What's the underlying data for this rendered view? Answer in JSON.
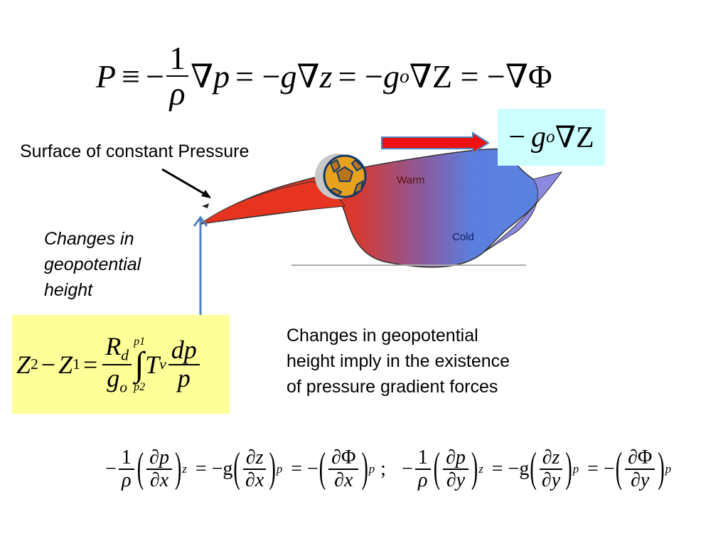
{
  "top_equation": {
    "P": "P",
    "equiv": "≡",
    "minus": "−",
    "num": "1",
    "den": "ρ",
    "part1": "∇",
    "p": "p",
    "eq1": "= −",
    "g": "g",
    "part2": "∇",
    "z": "z",
    "eq2": "= −",
    "go": "g",
    "o": "o",
    "part3": "∇Z = −∇Φ"
  },
  "callout_box": {
    "minus": "−",
    "g": "g",
    "o": "o",
    "rest": "∇Z",
    "bg": "#ccffff"
  },
  "labels": {
    "surface": "Surface of constant Pressure",
    "changes": [
      "Changes in",
      "geopotential",
      "height"
    ],
    "warm": "Warm",
    "cold": "Cold",
    "explanation": [
      "Changes in geopotential",
      "height imply in the existence",
      "of  pressure gradient forces"
    ]
  },
  "hypsometric": {
    "z2": "Z",
    "s2": "2",
    "minus": "−",
    "z1": "Z",
    "s1": "1",
    "eq": "=",
    "Rd_num": "R",
    "d": "d",
    "go_den": "g",
    "o": "o",
    "upper": "p1",
    "lower": "p2",
    "integral": "∫",
    "T": "T",
    "v": "v",
    "dp": "dp",
    "p": "p",
    "bg": "#ffff99"
  },
  "bottom_equation": {
    "minus": "−",
    "one": "1",
    "rho": "ρ",
    "dp": "∂p",
    "dx": "∂x",
    "dy": "∂y",
    "z_sub": "z",
    "p_sub": "p",
    "eq_g": "= −g",
    "dz": "∂z",
    "eq": "= −",
    "dPhi": "∂Φ",
    "semicolon": ";",
    "lp": "(",
    "rp": ")"
  },
  "colors": {
    "arrow_red": "#ee1111",
    "arrow_blue": "#4f81bd",
    "warm": "#e8321e",
    "cold": "#5b7fe0"
  }
}
